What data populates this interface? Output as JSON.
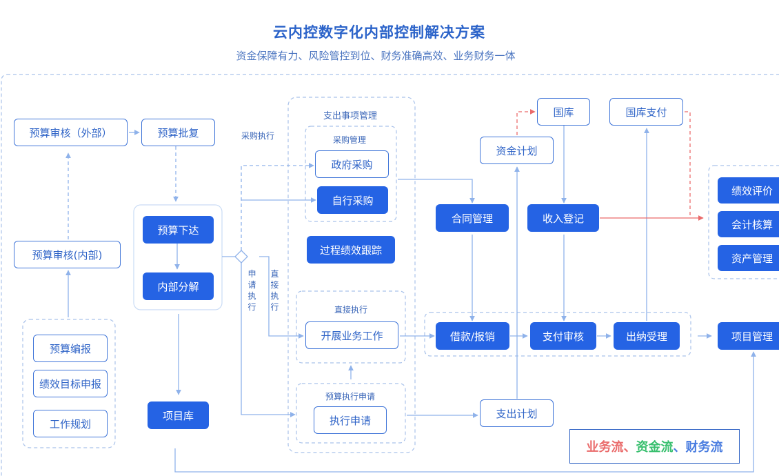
{
  "header": {
    "title": "云内控数字化内部控制解决方案",
    "subtitle": "资金保障有力、风险管控到位、财务准确高效、业务财务一体"
  },
  "budget": {
    "external_review": "预算审核（外部）",
    "approval": "预算批复",
    "internal_review": "预算审核(内部)",
    "issue": "预算下达",
    "decompose": "内部分解",
    "project_lib": "项目库"
  },
  "prep": {
    "compile": "预算编报",
    "perf_target": "绩效目标申报",
    "work_plan": "工作规划"
  },
  "expense": {
    "group_title": "支出事项管理",
    "purchase_title": "采购管理",
    "purchase_exec_label": "采购执行",
    "gov_purchase": "政府采购",
    "self_purchase": "自行采购",
    "perf_tracking": "过程绩效跟踪",
    "direct_title": "直接执行",
    "do_business": "开展业务工作",
    "apply_title": "预算执行申请",
    "exec_apply": "执行申请",
    "label_apply": [
      "申",
      "请",
      "执",
      "行"
    ],
    "label_direct": [
      "直",
      "接",
      "执",
      "行"
    ]
  },
  "finance": {
    "fund_plan": "资金计划",
    "treasury": "国库",
    "treasury_pay": "国库支付",
    "contract": "合同管理",
    "income": "收入登记",
    "loan": "借款/报销",
    "pay_review": "支付审核",
    "cashier": "出纳受理",
    "expense_plan": "支出计划"
  },
  "right": {
    "perf_eval": "绩效评价",
    "accounting": "会计核算",
    "asset": "资产管理",
    "project": "项目管理"
  },
  "legend": {
    "business": "业务流",
    "sep1": "、",
    "fund": "资金流",
    "sep2": "、",
    "finance": "财务流"
  },
  "colors": {
    "primary": "#2563e4",
    "border": "#3e74d8",
    "wire": "#8fb2ea",
    "dashed_group": "#a9c2ea",
    "fund_flow": "#ea6b6b",
    "legend_green": "#38bf6e"
  }
}
